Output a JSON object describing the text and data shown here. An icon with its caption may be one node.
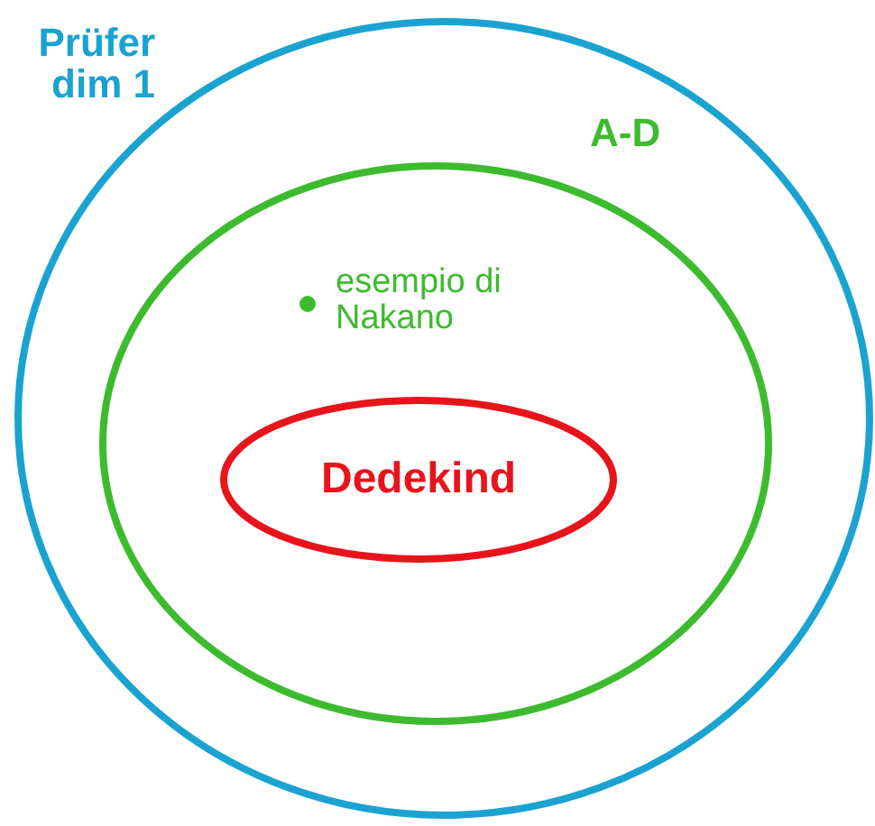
{
  "diagram": {
    "nodes": [
      {
        "text": [
          "Prüfer dim 1"
        ]
      },
      {
        "text": [
          "A-D"
        ],
        "in": 0
      },
      {
        "text": [
          "Dedekind"
        ],
        "in": 1
      },
      {
        "text": [],
        "shape": "circle",
        "beside": [
          "esempio di Nakano"
        ],
        "in": 1
      }
    ]
  }
}
